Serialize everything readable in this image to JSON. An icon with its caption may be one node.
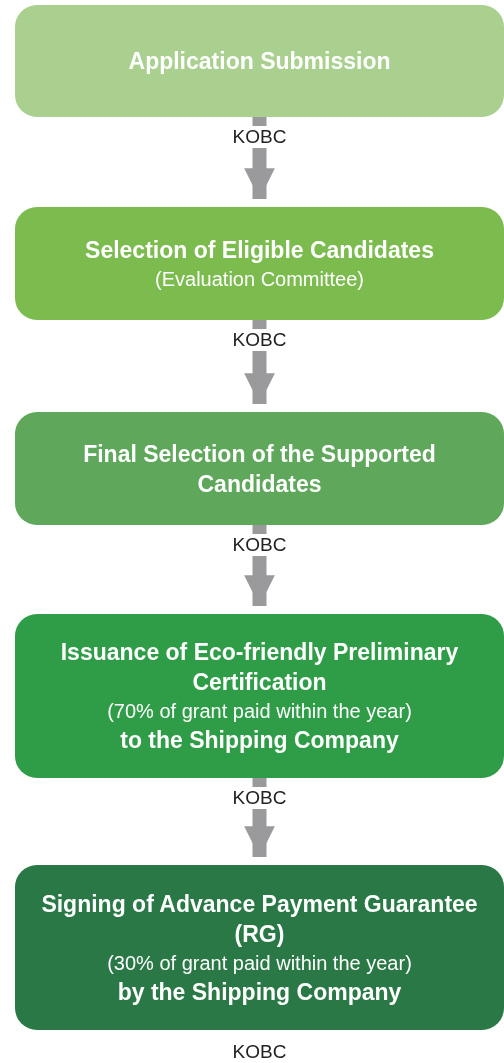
{
  "diagram": {
    "nodes": [
      {
        "text": [
          "Application Submission"
        ]
      },
      {
        "text": [
          "Selection of Eligible Candidates",
          "(Evaluation Committee)"
        ]
      },
      {
        "text": [
          "Final Selection of the Supported Candidates"
        ]
      },
      {
        "text": [
          "Issuance of Eco-friendly Preliminary Certification",
          "(70% of grant paid within the year)",
          "to the Shipping Company"
        ]
      },
      {
        "text": [
          "Signing of Advance Payment Guarantee (RG)",
          "(30% of grant paid within the year)",
          "by the Shipping Company"
        ]
      }
    ],
    "edges": [
      {
        "from": 0,
        "to": 1,
        "arrow": "to",
        "label": "KOBC"
      },
      {
        "from": 1,
        "to": 2,
        "arrow": "to",
        "label": "KOBC"
      },
      {
        "from": 2,
        "to": 3,
        "arrow": "to",
        "label": "KOBC"
      },
      {
        "from": 3,
        "to": 4,
        "arrow": "to",
        "label": "KOBC"
      }
    ],
    "labels": [
      "KOBC"
    ]
  }
}
